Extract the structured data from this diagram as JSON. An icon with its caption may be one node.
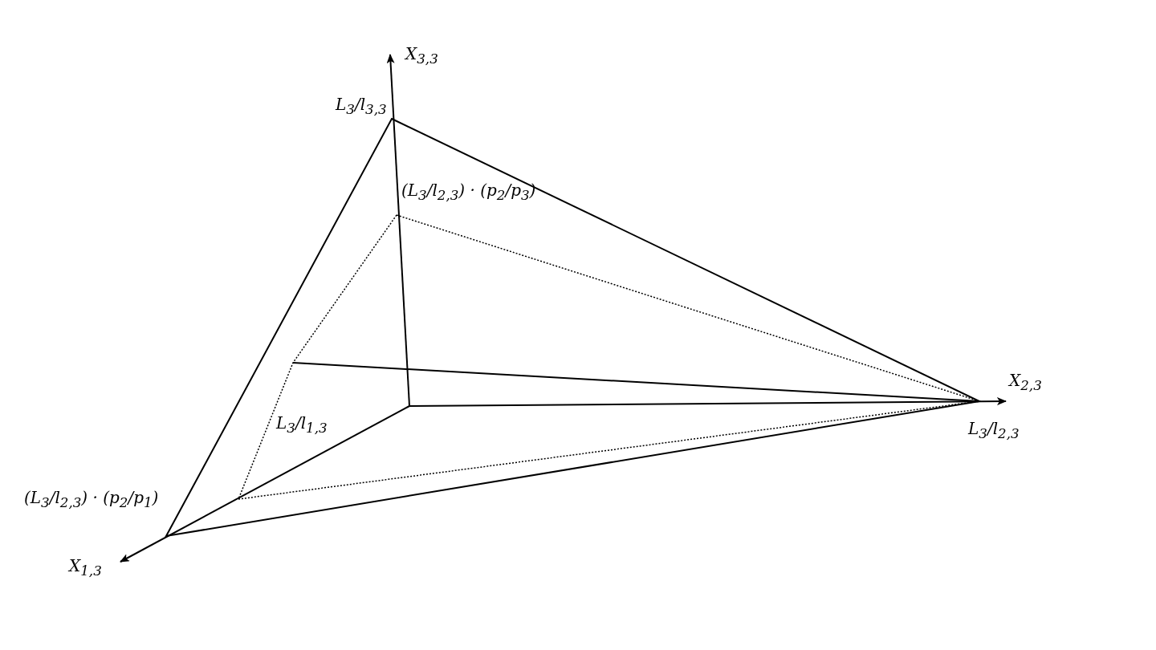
{
  "diagram": {
    "labels": [
      "X$_{3,3}$",
      "L$_{3}$/l$_{3,3}$",
      "(L$_{3}$/l$_{2,3}$) · (p$_{2}$/p$_{3}$)",
      "X$_{2,3}$",
      "L$_{3}$/l$_{1,3}$",
      "L$_{3}$/l$_{2,3}$",
      "(L$_{3}$/l$_{2,3}$) · (p$_{2}$/p$_{1}$)",
      "X$_{1,3}$"
    ]
  }
}
